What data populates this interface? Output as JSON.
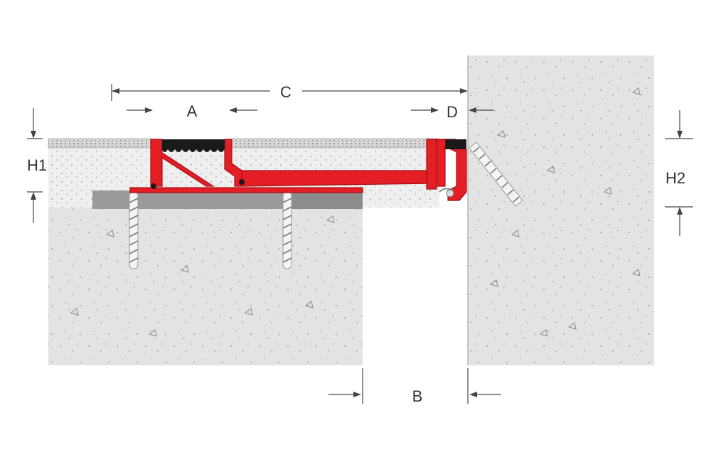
{
  "labels": {
    "a": "A",
    "b": "B",
    "c": "C",
    "d": "D",
    "h1": "H1",
    "h2": "H2"
  },
  "colors": {
    "concrete": "#e3e3e3",
    "screed": "#efefef",
    "tile": "#d6d6d6",
    "plate": "#9a9a9a",
    "profile": "#e31e24",
    "seal": "#1a1a1a",
    "dimension": "#444444"
  }
}
